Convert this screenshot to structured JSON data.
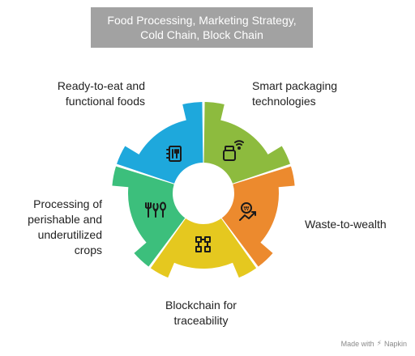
{
  "title": {
    "line1": "Food Processing, Marketing Strategy,",
    "line2": "Cold Chain, Block Chain"
  },
  "segments": [
    {
      "id": "ready-to-eat",
      "lines": [
        "Ready-to-eat and",
        "functional foods"
      ],
      "color": "#1ea8dc",
      "icon": "menu-book-icon"
    },
    {
      "id": "smart-packaging",
      "lines": [
        "Smart packaging",
        "technologies"
      ],
      "color": "#3cbf7c",
      "icon": "smart-jar-icon"
    },
    {
      "id": "waste-to-wealth",
      "lines": [
        "Waste-to-wealth"
      ],
      "color": "#e5c81f",
      "icon": "wealth-growth-icon"
    },
    {
      "id": "blockchain",
      "lines": [
        "Blockchain for",
        "traceability"
      ],
      "color": "#ec8a2e",
      "icon": "blockchain-icon"
    },
    {
      "id": "processing",
      "lines": [
        "Processing of",
        "perishable and",
        "underutilized",
        "crops"
      ],
      "color": "#8dbb3e",
      "icon": "food-processing-icon"
    }
  ],
  "watermark": {
    "text": "Made with",
    "brand": "Napkin",
    "icon": "napkin-logo-icon"
  }
}
